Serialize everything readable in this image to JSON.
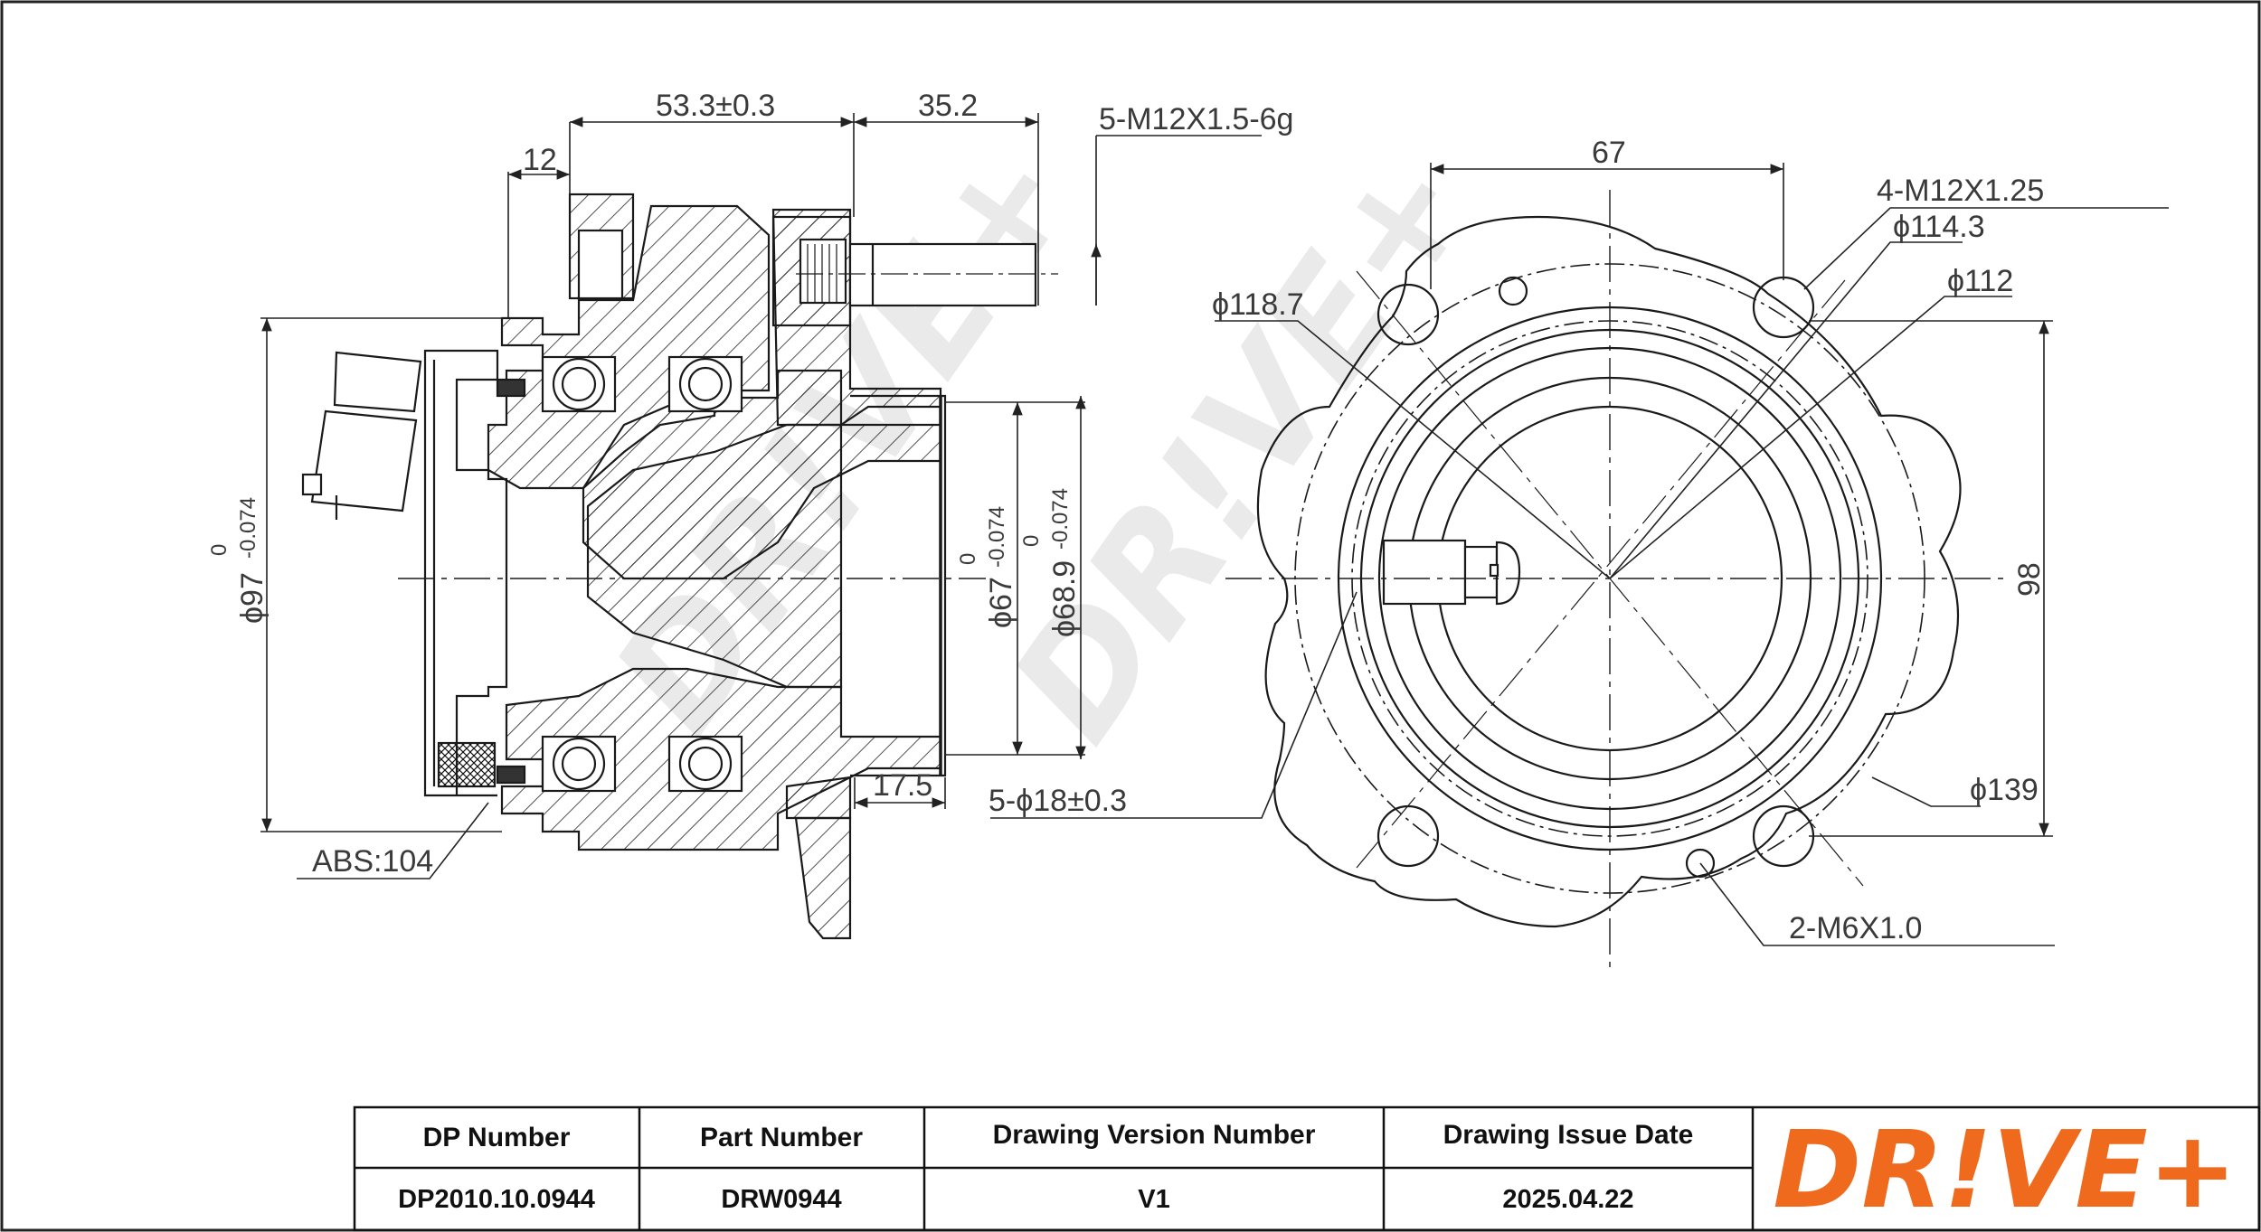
{
  "side_view": {
    "dim_12": "12",
    "dim_53_3": "53.3±0.3",
    "dim_35_2": "35.2",
    "stud_thread": "5-M12X1.5-6g",
    "dia_97": "ϕ97",
    "dia_97_tol_upper": "0",
    "dia_97_tol_lower": "-0.074",
    "dia_67": "ϕ67",
    "dia_67_tol_upper": "0",
    "dia_67_tol_lower": "-0.074",
    "dia_68_9": "ϕ68.9",
    "dia_68_9_tol_upper": "0",
    "dia_68_9_tol_lower": "-0.074",
    "dim_17_5": "17.5",
    "holes": "5-ϕ18±0.3",
    "abs": "ABS:104"
  },
  "front_view": {
    "dim_67": "67",
    "bolt_thread": "4-M12X1.25",
    "dia_114_3": "ϕ114.3",
    "dia_112": "ϕ112",
    "dia_118_7": "ϕ118.7",
    "dim_98": "98",
    "dia_139": "ϕ139",
    "small_thread": "2-M6X1.0"
  },
  "watermark": "DR!VE+",
  "title_block": {
    "headers": [
      "DP Number",
      "Part Number",
      "Drawing Version Number",
      "Drawing Issue Date"
    ],
    "values": [
      "DP2010.10.0944",
      "DRW0944",
      "V1",
      "2025.04.22"
    ],
    "logo": "DR!VE+"
  },
  "colors": {
    "line": "#1a1a1a",
    "logo_orange": "#f06a1d",
    "watermark_gray": "#d9d9d9"
  }
}
